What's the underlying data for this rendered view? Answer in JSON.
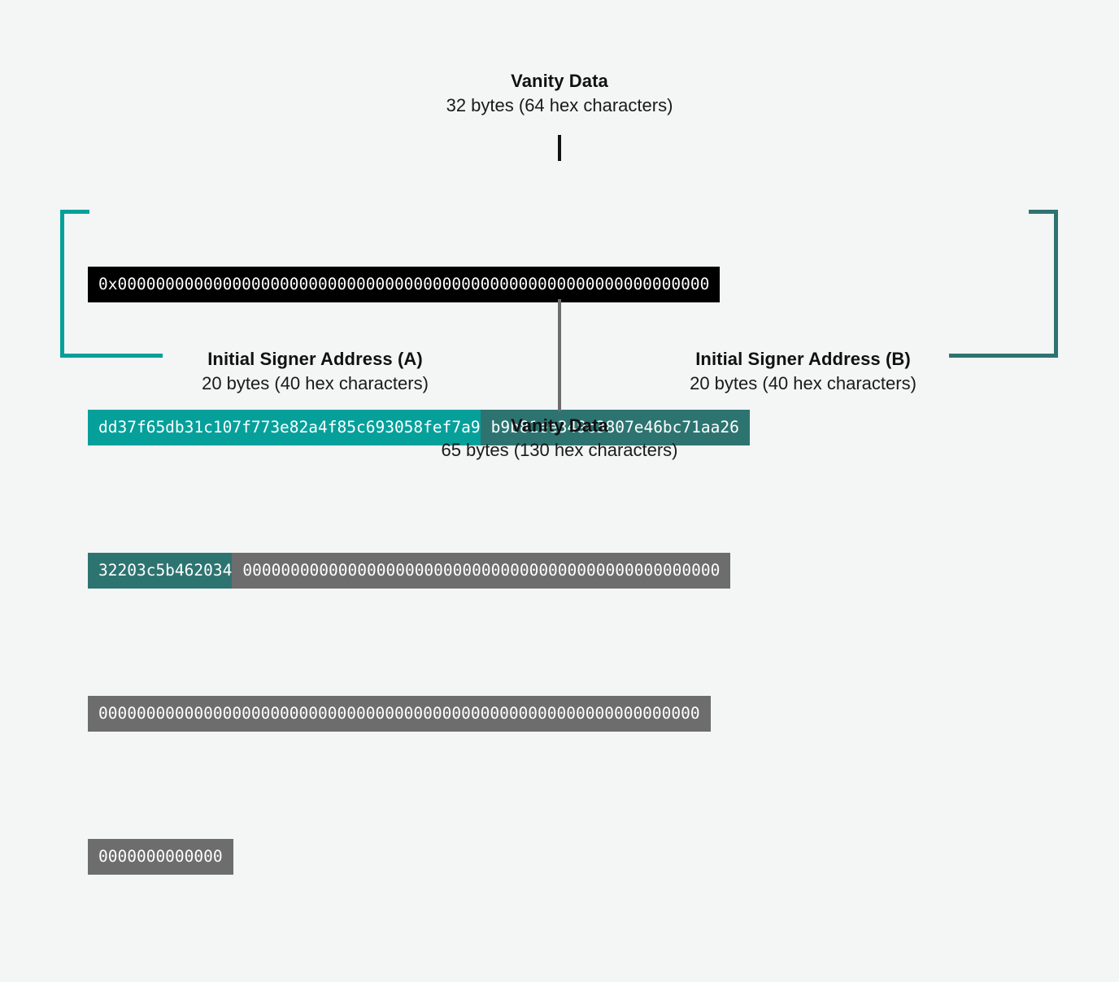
{
  "colors": {
    "background": "#f4f5f5",
    "vanity_black": "#000000",
    "signer_a_teal": "#06a09b",
    "signer_b_dark_teal": "#2d7471",
    "padding_gray": "#6d6d6d",
    "text": "#111111"
  },
  "callouts": {
    "top": {
      "title": "Vanity Data",
      "subtitle": "32 bytes (64 hex characters)"
    },
    "bottom": {
      "title": "Vanity Data",
      "subtitle": "65 bytes (130 hex characters)"
    },
    "left": {
      "title": "Initial Signer Address (A)",
      "subtitle": "20 bytes (40 hex characters)"
    },
    "right": {
      "title": "Initial Signer Address (B)",
      "subtitle": "20 bytes (40 hex characters)"
    }
  },
  "hex": {
    "rows": [
      {
        "id": "row-1",
        "segments": [
          {
            "id": "seg-prefix-zeros",
            "role": "vanity-data",
            "color": "#000000",
            "text": "0x00000000000000000000000000000000000000000000000000000000000000"
          }
        ]
      },
      {
        "id": "row-2",
        "segments": [
          {
            "id": "seg-signer-a",
            "role": "initial-signer-address-a",
            "color": "#06a09b",
            "text": "dd37f65db31c107f773e82a4f85c693058fef7a9"
          },
          {
            "id": "seg-signer-b-part1",
            "role": "initial-signer-address-b",
            "color": "#2d7471",
            "text": "b9b81ee349c3807e46bc71aa26"
          }
        ]
      },
      {
        "id": "row-3",
        "segments": [
          {
            "id": "seg-signer-b-part2",
            "role": "initial-signer-address-b",
            "color": "#2d7471",
            "text": "32203c5b462034"
          },
          {
            "id": "seg-padding-1",
            "role": "padding-zeros",
            "color": "#6d6d6d",
            "text": "00000000000000000000000000000000000000000000000000"
          }
        ]
      },
      {
        "id": "row-4",
        "segments": [
          {
            "id": "seg-padding-2",
            "role": "padding-zeros",
            "color": "#6d6d6d",
            "text": "000000000000000000000000000000000000000000000000000000000000000"
          }
        ]
      },
      {
        "id": "row-5",
        "segments": [
          {
            "id": "seg-padding-3",
            "role": "padding-zeros",
            "color": "#6d6d6d",
            "text": "0000000000000"
          }
        ]
      }
    ]
  }
}
